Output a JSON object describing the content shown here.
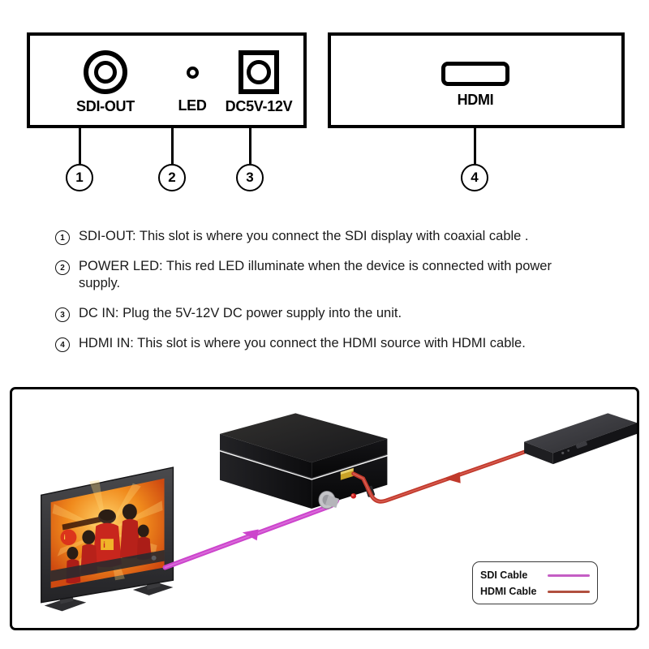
{
  "panels": {
    "left": {
      "name": "rear-panel",
      "ports": [
        {
          "id": "sdi-out",
          "label": "SDI-OUT",
          "icon": "bnc-connector-icon"
        },
        {
          "id": "led",
          "label": "LED",
          "icon": "led-indicator-icon"
        },
        {
          "id": "dc-in",
          "label": "DC5V-12V",
          "icon": "dc-jack-icon"
        }
      ]
    },
    "right": {
      "name": "front-panel",
      "ports": [
        {
          "id": "hdmi-in",
          "label": "HDMI",
          "icon": "hdmi-port-icon"
        }
      ]
    }
  },
  "callouts": [
    {
      "number": "1"
    },
    {
      "number": "2"
    },
    {
      "number": "3"
    },
    {
      "number": "4"
    }
  ],
  "descriptions": [
    {
      "number": "1",
      "text": "SDI-OUT: This slot is where you connect the SDI display with coaxial cable ."
    },
    {
      "number": "2",
      "text": "POWER LED: This red LED illuminate when the device is connected with power supply."
    },
    {
      "number": "3",
      "text": "DC IN: Plug the 5V-12V DC power supply into the unit."
    },
    {
      "number": "4",
      "text": "HDMI IN: This slot is where you connect the HDMI source with HDMI cable."
    }
  ],
  "illustration": {
    "devices": [
      {
        "id": "tv-display",
        "name": "sdi-monitor"
      },
      {
        "id": "converter-box",
        "name": "hdmi-to-sdi-converter"
      },
      {
        "id": "hdmi-source",
        "name": "hdmi-source-device"
      }
    ],
    "cables": [
      {
        "id": "sdi-cable",
        "color": "#cc44cc",
        "direction": "to-monitor"
      },
      {
        "id": "hdmi-cable",
        "color": "#c0392b",
        "direction": "to-converter"
      }
    ],
    "screen_content": "The Incredibles movie poster"
  },
  "legend": {
    "items": [
      {
        "label": "SDI Cable",
        "color": "#c45ec4"
      },
      {
        "label": "HDMI Cable",
        "color": "#b1503f"
      }
    ]
  },
  "colors": {
    "outline": "#000000",
    "device_black": "#1c1c1c",
    "device_gray": "#3a3a3a",
    "sdi_cable": "#cc44cc",
    "hdmi_cable": "#c0392b",
    "screen_orange": "#ef7d1a",
    "led_red": "#cc2222"
  }
}
